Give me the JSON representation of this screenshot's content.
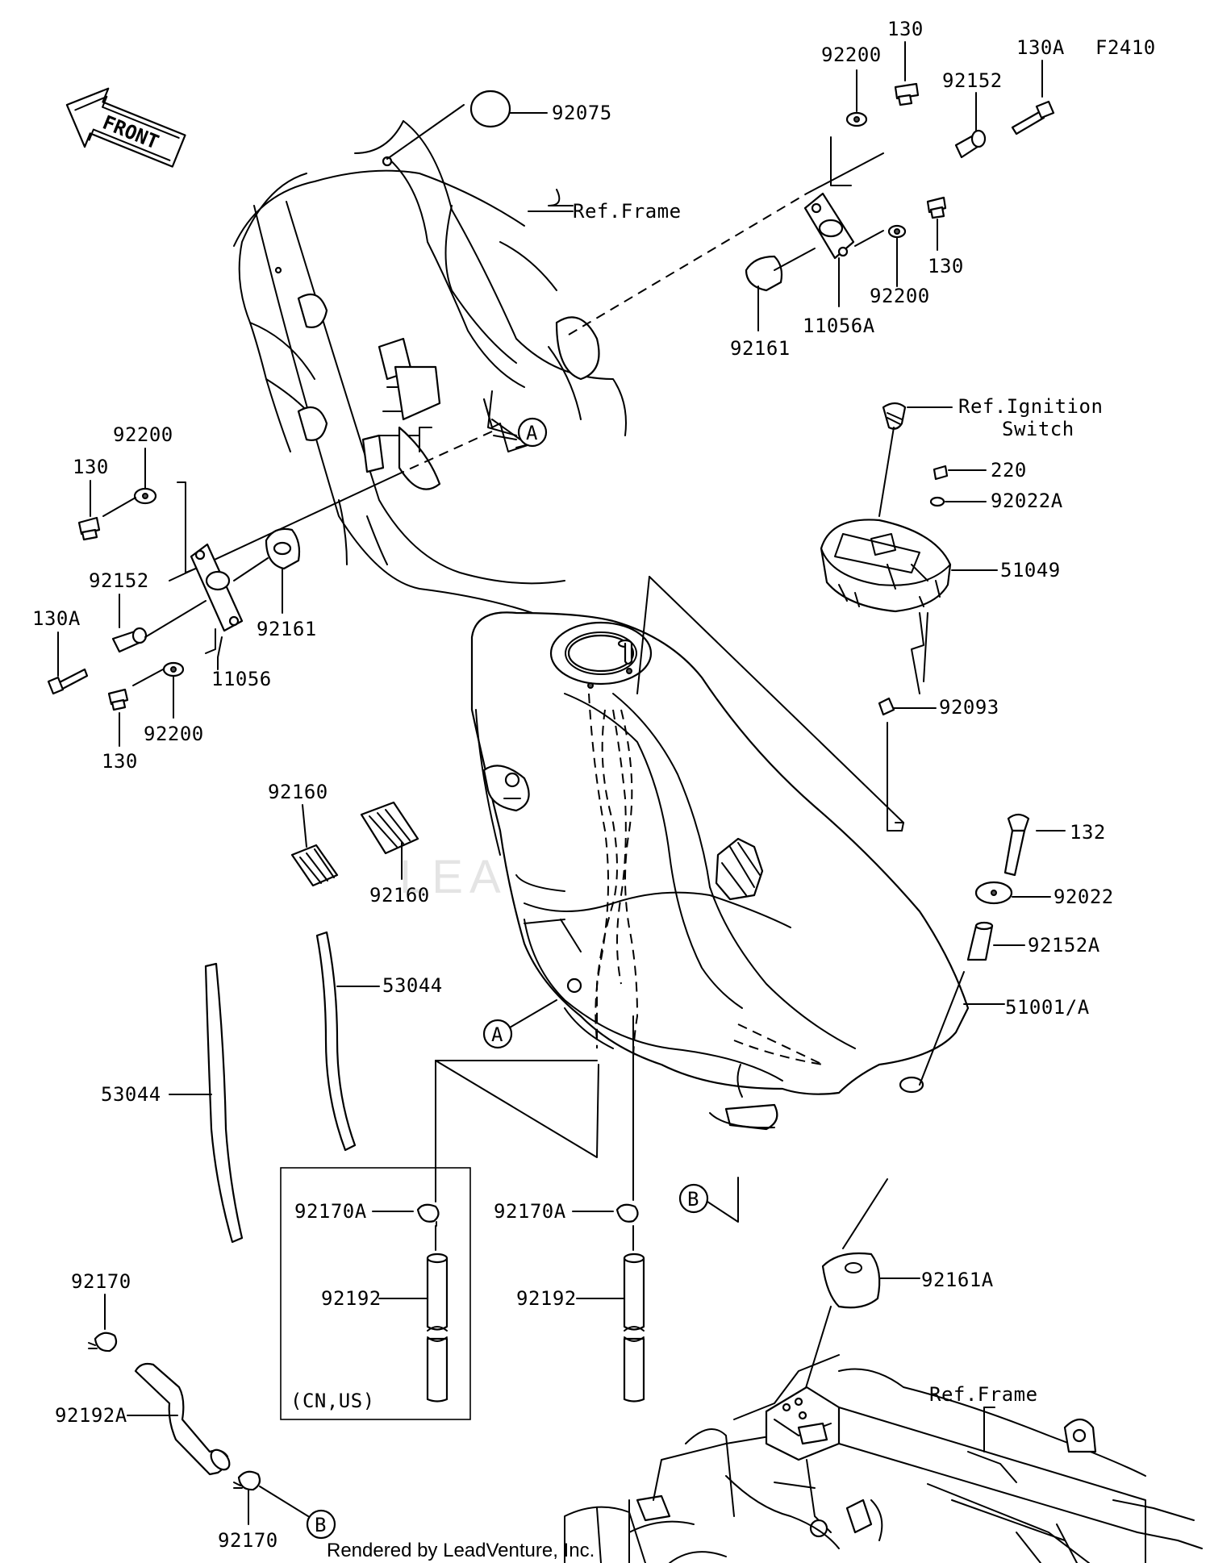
{
  "diagram": {
    "figure_code": "F2410",
    "front_marker": "FRONT",
    "footer": "Rendered by LeadVenture, Inc.",
    "watermark": "LEADVENTURE",
    "parts": {
      "p92075": "92075",
      "p92200_top": "92200",
      "p130_top": "130",
      "p130A_top": "130A",
      "p92152_top": "92152",
      "p130_right": "130",
      "p92200_right": "92200",
      "p92161_top": "92161",
      "p11056A": "11056A",
      "p92200_left": "92200",
      "p130_left": "130",
      "p92152_left": "92152",
      "p130A_left": "130A",
      "p92161_left": "92161",
      "p11056": "11056",
      "p130_lower": "130",
      "p92200_lower": "92200",
      "p220": "220",
      "p92022A": "92022A",
      "p51049": "51049",
      "p92093": "92093",
      "p92160_a": "92160",
      "p92160_b": "92160",
      "p132": "132",
      "p92022": "92022",
      "p92152A": "92152A",
      "p53044_a": "53044",
      "p53044_b": "53044",
      "p51001A": "51001/A",
      "p92170A_a": "92170A",
      "p92170A_b": "92170A",
      "p92192_a": "92192",
      "p92192_b": "92192",
      "p92161A": "92161A",
      "p92170_a": "92170",
      "p92192A": "92192A",
      "p92170_b": "92170"
    },
    "references": {
      "frame_top": "Ref.Frame",
      "frame_bottom": "Ref.Frame",
      "ignition_line1": "Ref.Ignition",
      "ignition_line2": "Switch"
    },
    "callouts": {
      "A_upper": "A",
      "A_lower": "A",
      "B_right": "B",
      "B_lower": "B"
    },
    "region_note": "(CN,US)"
  }
}
